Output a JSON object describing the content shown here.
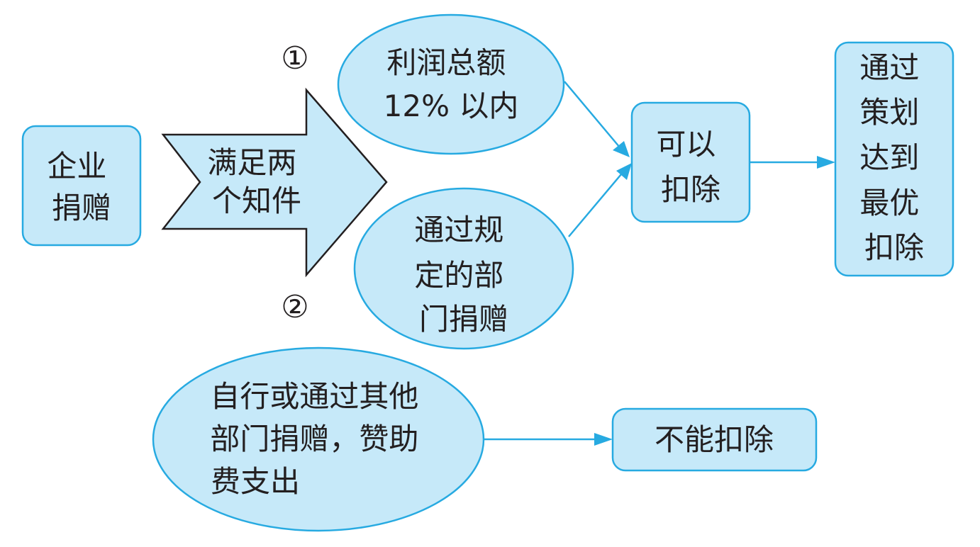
{
  "diagram": {
    "enterprise_donation": [
      "企业",
      "捐赠"
    ],
    "condition_arrow": [
      "满足两",
      "个知件"
    ],
    "condition_one_marker": "①",
    "condition_two_marker": "②",
    "profit_limit": [
      "利润总额",
      "12% 以内"
    ],
    "designated_department": [
      "通过规",
      "定的部",
      "门捐赠"
    ],
    "deductible": [
      "可以",
      "扣除"
    ],
    "optimal_deduction": [
      "通过",
      "策划",
      "达到",
      "最优",
      "扣除"
    ],
    "self_or_other": [
      "自行或通过其他",
      "部门捐赠，赞助",
      "费支出"
    ],
    "not_deductible": [
      "不能扣除"
    ]
  },
  "colors": {
    "node_fill": "#c6e9f9",
    "node_stroke": "#27aae1",
    "arrow_outline": "#231f20",
    "text": "#231f20"
  }
}
